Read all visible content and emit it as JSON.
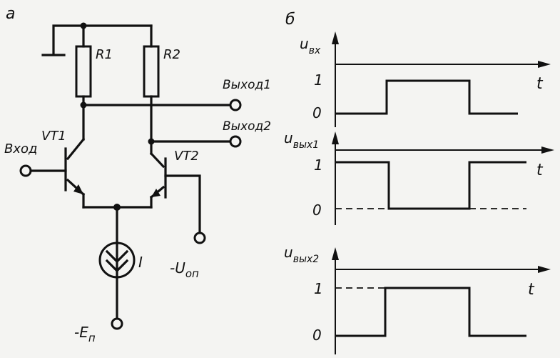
{
  "panel_a": {
    "letter": "a",
    "r1": "R1",
    "r2": "R2",
    "vt1": "VT1",
    "vt2": "VT2",
    "input": "Вход",
    "output1": "Выход1",
    "output2": "Выход2",
    "current": "I",
    "u_ref": {
      "sign": "-",
      "symbol": "U",
      "sub": "оп"
    },
    "e_supply": {
      "sign": "-",
      "symbol": "E",
      "sub": "п"
    }
  },
  "panel_b": {
    "letter": "б",
    "t_label": "t",
    "graphs": [
      {
        "symbol": "u",
        "sub": "вх",
        "high": "1",
        "low": "0",
        "levels": [
          0,
          1,
          0
        ]
      },
      {
        "symbol": "u",
        "sub": "вых1",
        "high": "1",
        "low": "0",
        "levels": [
          1,
          0,
          1
        ]
      },
      {
        "symbol": "u",
        "sub": "вых2",
        "high": "1",
        "low": "0",
        "levels": [
          0,
          1,
          0
        ]
      }
    ]
  }
}
